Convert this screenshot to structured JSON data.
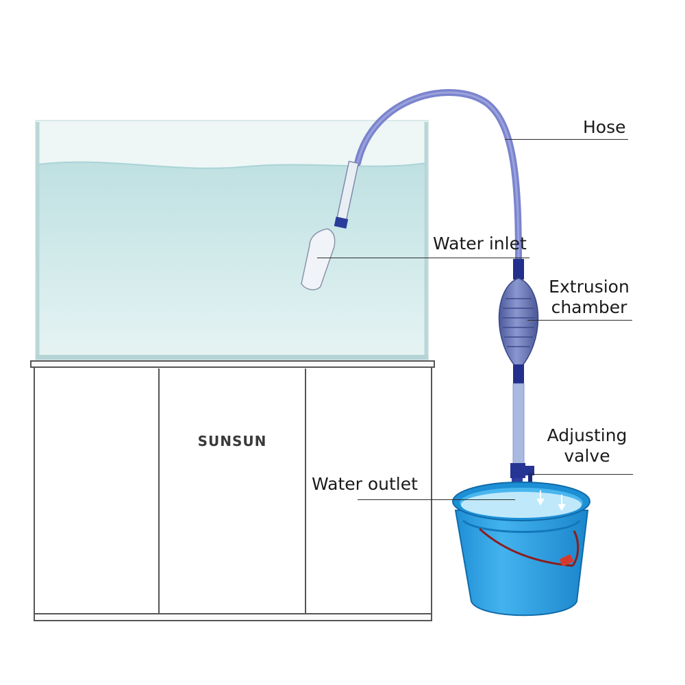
{
  "cabinet": {
    "brand": "SUNSUN"
  },
  "labels": {
    "hose": "Hose",
    "water_inlet": "Water inlet",
    "extrusion_chamber_line1": "Extrusion",
    "extrusion_chamber_line2": "chamber",
    "adjusting_valve_line1": "Adjusting",
    "adjusting_valve_line2": "valve",
    "water_outlet": "Water outlet"
  }
}
